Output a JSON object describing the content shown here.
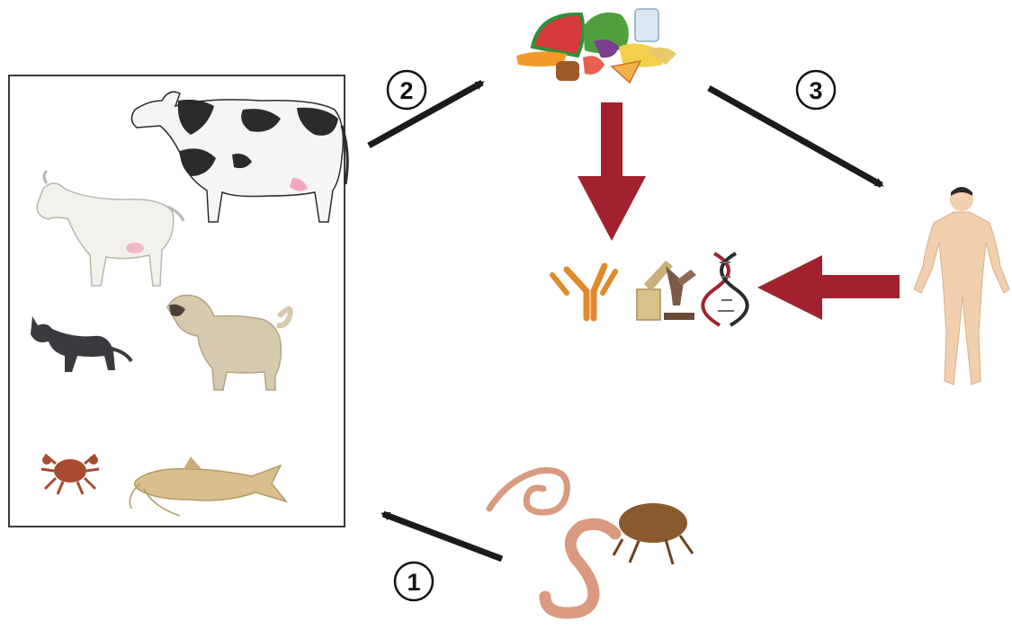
{
  "steps": [
    {
      "label": "1"
    },
    {
      "label": "2"
    },
    {
      "label": "3"
    }
  ],
  "colors": {
    "black_arrow": "#1b1b1b",
    "red_arrow": "#a1222e",
    "box_border": "#3a3a3a",
    "skin": "#f2cfae",
    "worm": "#d99a80"
  },
  "icons": {
    "animals": [
      "cow-icon",
      "goat-icon",
      "cat-icon",
      "dog-icon",
      "crab-icon",
      "catfish-icon"
    ],
    "food": "food-pile-icon",
    "human": "human-figure-icon",
    "parasites": [
      "coiled-worm-icon",
      "s-worm-icon",
      "flea-icon"
    ],
    "diagnostics": [
      "antibody-icon",
      "microscope-icon",
      "dna-icon"
    ]
  }
}
